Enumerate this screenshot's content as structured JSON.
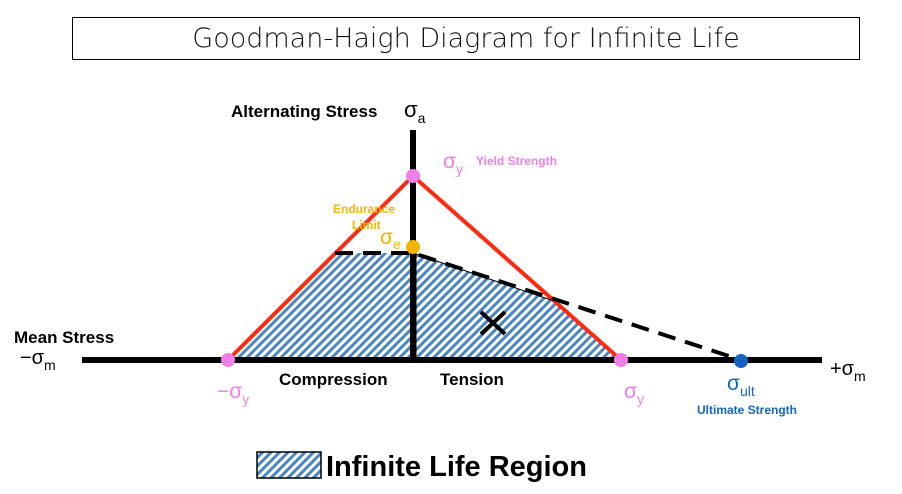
{
  "title": "Goodman-Haigh Diagram for Infinite Life",
  "labels": {
    "alternating_stress": "Alternating Stress",
    "sigma_a": "σ",
    "sigma_a_sub": "a",
    "mean_stress": "Mean Stress",
    "neg_sigma_m": "−σ",
    "neg_sigma_m_sub": "m",
    "pos_sigma_m": "+σ",
    "pos_sigma_m_sub": "m",
    "sigma_y_top": "σ",
    "sigma_y_top_sub": "y",
    "yield_strength": "Yield Strength",
    "endurance_limit_1": "Endurance",
    "endurance_limit_2": "Limit",
    "sigma_e": "σ",
    "sigma_e_sub": "e",
    "compression": "Compression",
    "tension": "Tension",
    "neg_sigma_y": "−σ",
    "neg_sigma_y_sub": "y",
    "sigma_y_right": "σ",
    "sigma_y_right_sub": "y",
    "sigma_ult": "σ",
    "sigma_ult_sub": "ult",
    "ultimate_strength": "Ultimate Strength"
  },
  "legend": {
    "label": "Infinite Life Region"
  },
  "colors": {
    "yield": "#f07ee8",
    "endurance": "#f5b400",
    "ultimate": "#1565c0",
    "yield_line": "#ff2a10",
    "hatch": "#4a86c0"
  }
}
